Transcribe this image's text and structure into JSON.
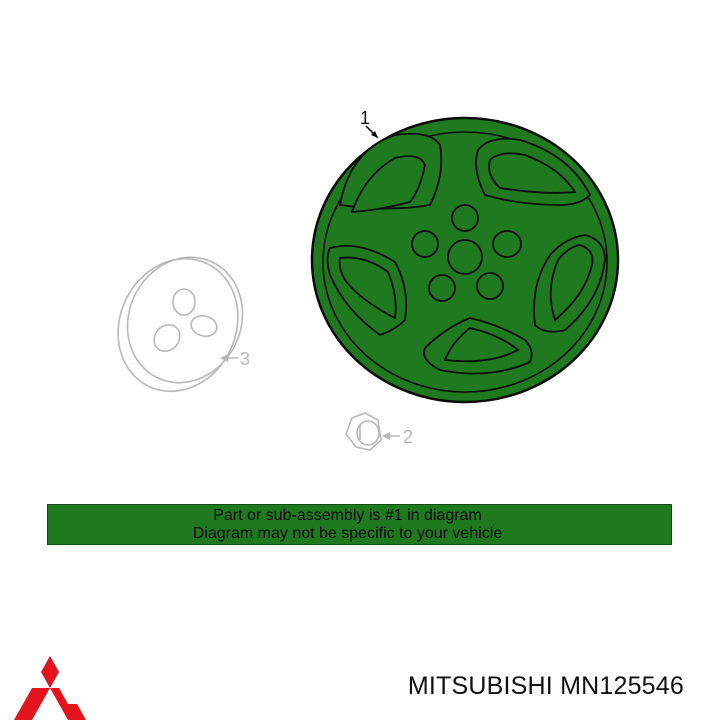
{
  "callouts": {
    "wheel": "1",
    "nut": "2",
    "cap": "3"
  },
  "notice": {
    "line1": "Part or sub-assembly is #1 in diagram",
    "line2": "Diagram may not be specific to your vehicle"
  },
  "part": {
    "label": "MITSUBISHI MN125546"
  },
  "colors": {
    "highlight": "#1f7a1f",
    "outline": "#0b0b0b",
    "ghost": "#b8b8b8",
    "brand_red": "#e3141c"
  },
  "icons": {
    "brand": "three-diamond-logo"
  }
}
